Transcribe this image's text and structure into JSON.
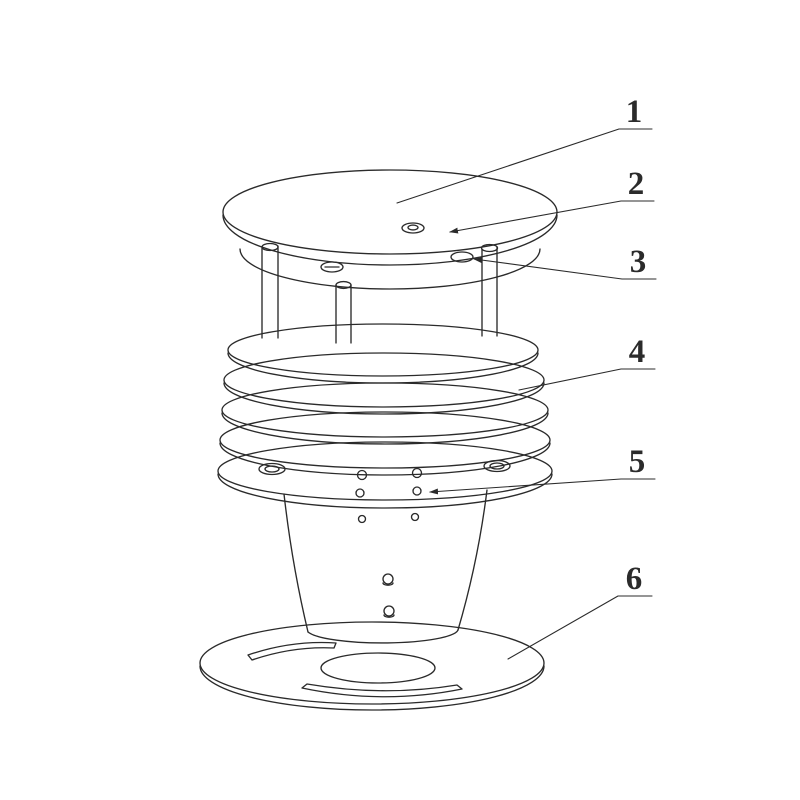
{
  "figure": {
    "colors": {
      "line": "#2b2b2b",
      "background": "#ffffff"
    },
    "callouts": [
      {
        "label": "1"
      },
      {
        "label": "2"
      },
      {
        "label": "3"
      },
      {
        "label": "4"
      },
      {
        "label": "5"
      },
      {
        "label": "6"
      }
    ]
  }
}
